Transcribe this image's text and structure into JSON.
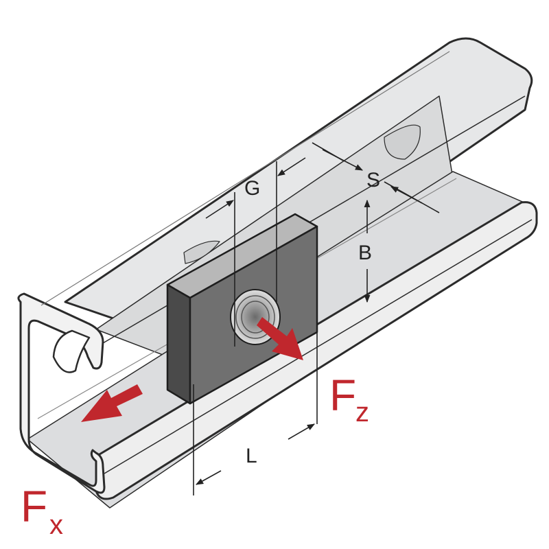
{
  "labels": {
    "g": "G",
    "s": "S",
    "b": "B",
    "l": "L",
    "fz_main": "F",
    "fz_sub": "z",
    "fx_main": "F",
    "fx_sub": "x"
  },
  "colors": {
    "force_arrow": "#c0272d",
    "channel_fill": "#e6e7e8",
    "channel_stroke": "#2b2b2b",
    "nut_front": "#707070",
    "nut_side": "#4a4a4a",
    "nut_top": "#b8b8b8"
  }
}
